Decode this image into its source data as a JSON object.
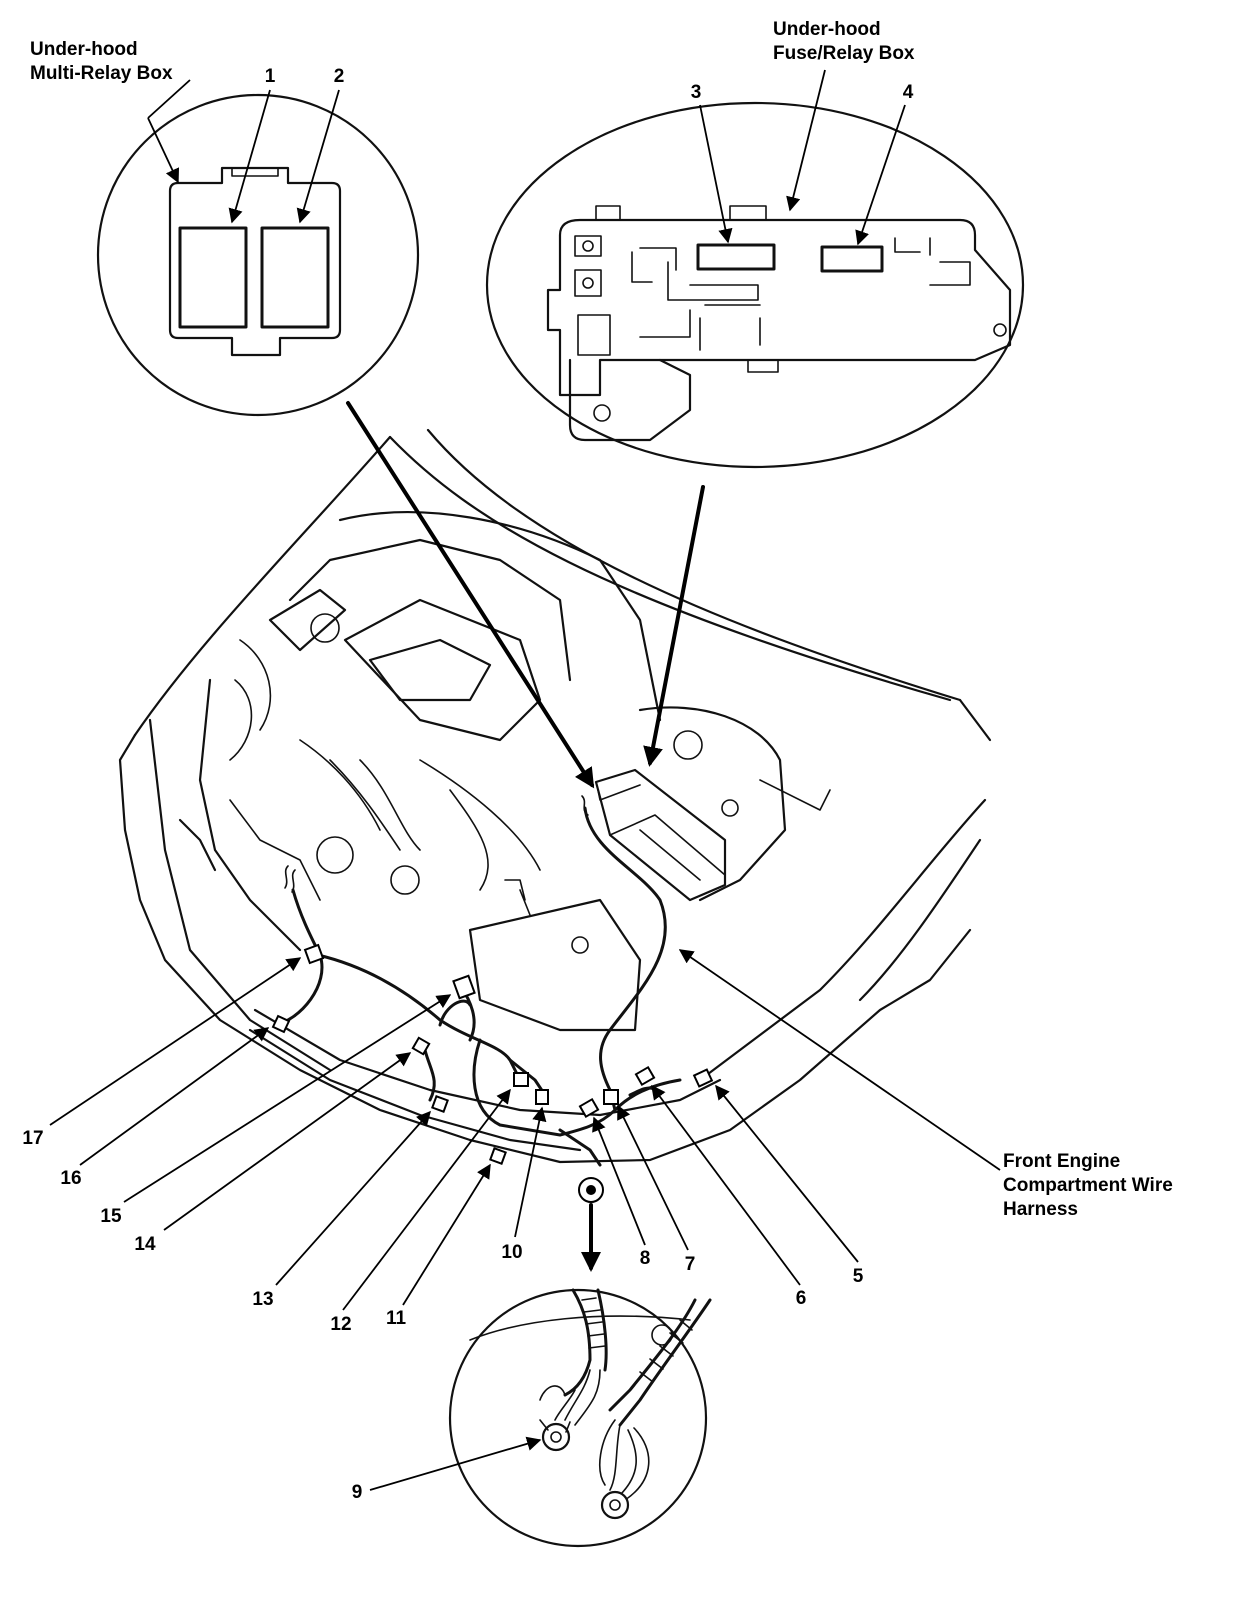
{
  "labels": {
    "multi_relay_box_line1": "Under-hood",
    "multi_relay_box_line2": "Multi-Relay Box",
    "fuse_relay_box_line1": "Under-hood",
    "fuse_relay_box_line2": "Fuse/Relay Box",
    "harness_line1": "Front Engine",
    "harness_line2": "Compartment Wire",
    "harness_line3": "Harness"
  },
  "callouts": [
    "1",
    "2",
    "3",
    "4",
    "5",
    "6",
    "7",
    "8",
    "9",
    "10",
    "11",
    "12",
    "13",
    "14",
    "15",
    "16",
    "17"
  ]
}
